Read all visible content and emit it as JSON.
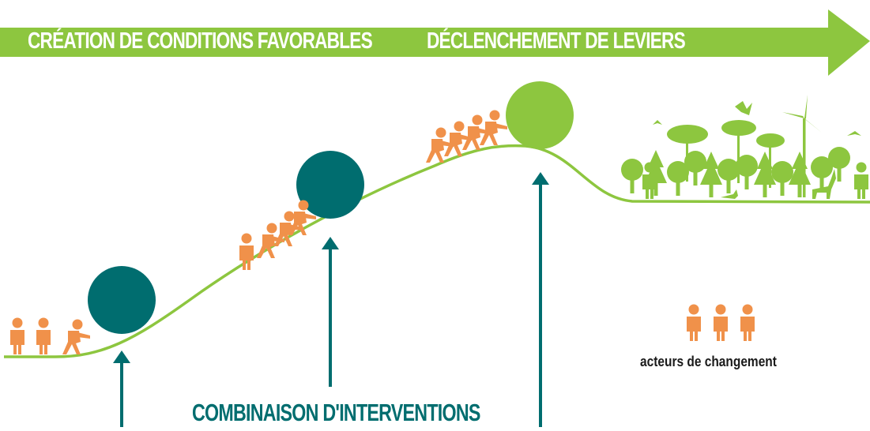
{
  "banner": {
    "label_left": "CRÉATION DE CONDITIONS FAVORABLES",
    "label_right": "DÉCLENCHEMENT DE LEVIERS"
  },
  "interventions_label": "COMBINAISON D'INTERVENTIONS",
  "legend": {
    "icon": "people-group-icon",
    "label": "acteurs de changement"
  },
  "colors": {
    "green": "#8dc63f",
    "teal": "#006d6f",
    "orange": "#f0914a",
    "text_dark": "#1a1a1a"
  }
}
